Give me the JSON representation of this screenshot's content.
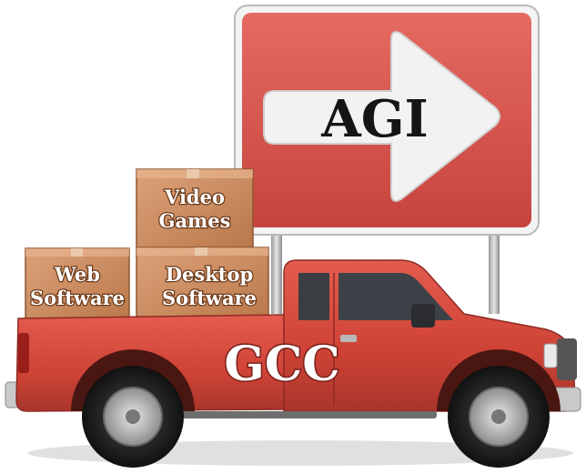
{
  "sign": {
    "text": "AGI"
  },
  "boxes": {
    "video_games": {
      "line1": "Video",
      "line2": "Games"
    },
    "web_software": {
      "line1": "Web",
      "line2": "Software"
    },
    "desktop_software": {
      "line1": "Desktop",
      "line2": "Software"
    }
  },
  "truck": {
    "text": "GCC"
  },
  "colors": {
    "sign_red": "#d9534f",
    "truck_red": "#d94a3f",
    "box_tan": "#c98a5a",
    "arrow_white": "#f2f2f2"
  }
}
